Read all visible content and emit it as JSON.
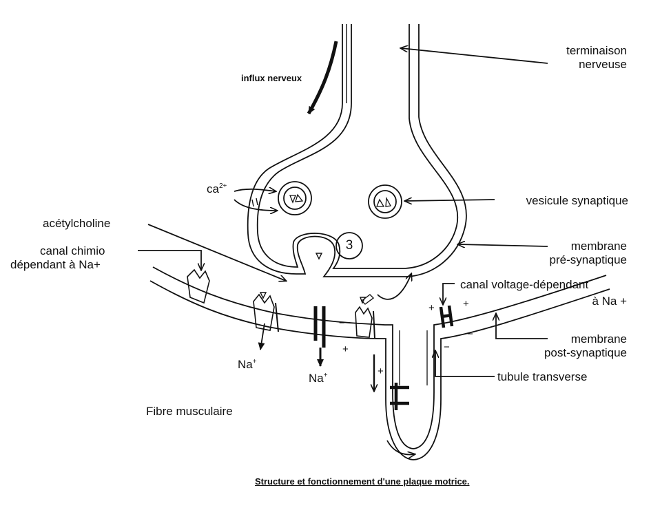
{
  "labels": {
    "influx": "influx nerveux",
    "terminaison_1": "terminaison",
    "terminaison_2": "nerveuse",
    "calcium": "ca",
    "calcium_sup": "2+",
    "vesicule": "vesicule synaptique",
    "acetylcholine": "acétylcholine",
    "canal_chimio_1": "canal chimio",
    "canal_chimio_2": "dépendant à Na+",
    "membrane_pre_1": "membrane",
    "membrane_pre_2": "pré-synaptique",
    "step_number": "3",
    "canal_voltage_1": "canal voltage-dépendant",
    "canal_voltage_2": "à Na +",
    "membrane_post_1": "membrane",
    "membrane_post_2": "post-synaptique",
    "tubule": "tubule transverse",
    "na_1": "Na",
    "na_1_sup": "+",
    "na_2": "Na",
    "na_2_sup": "+",
    "fibre": "Fibre musculaire",
    "plus": "+",
    "minus": "−"
  },
  "caption": "Structure et fonctionnement d'une plaque motrice."
}
